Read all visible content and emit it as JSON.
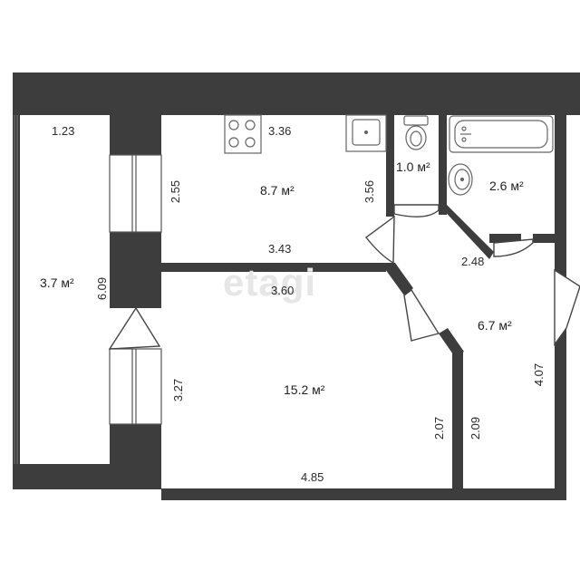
{
  "watermark": "etagi",
  "rooms": {
    "balcony": {
      "area": "3.7 м²"
    },
    "kitchen": {
      "area": "8.7 м²"
    },
    "toilet": {
      "area": "1.0 м²"
    },
    "bathroom": {
      "area": "2.6 м²"
    },
    "hallway": {
      "area": "6.7 м²"
    },
    "living_room": {
      "area": "15.2 м²"
    }
  },
  "dimensions": {
    "balcony_top": "1.23",
    "balcony_side": "6.09",
    "kitchen_top": "3.36",
    "kitchen_left": "2.55",
    "kitchen_right": "3.56",
    "kitchen_bottom": "3.43",
    "living_top": "3.60",
    "living_left": "3.27",
    "living_right": "2.07",
    "living_bottom": "4.85",
    "hallway_top": "2.48",
    "hallway_left": "2.09",
    "hallway_right": "4.07"
  },
  "colors": {
    "wall": "#3d3d3d",
    "fixture": "#888888",
    "background": "#ffffff"
  }
}
